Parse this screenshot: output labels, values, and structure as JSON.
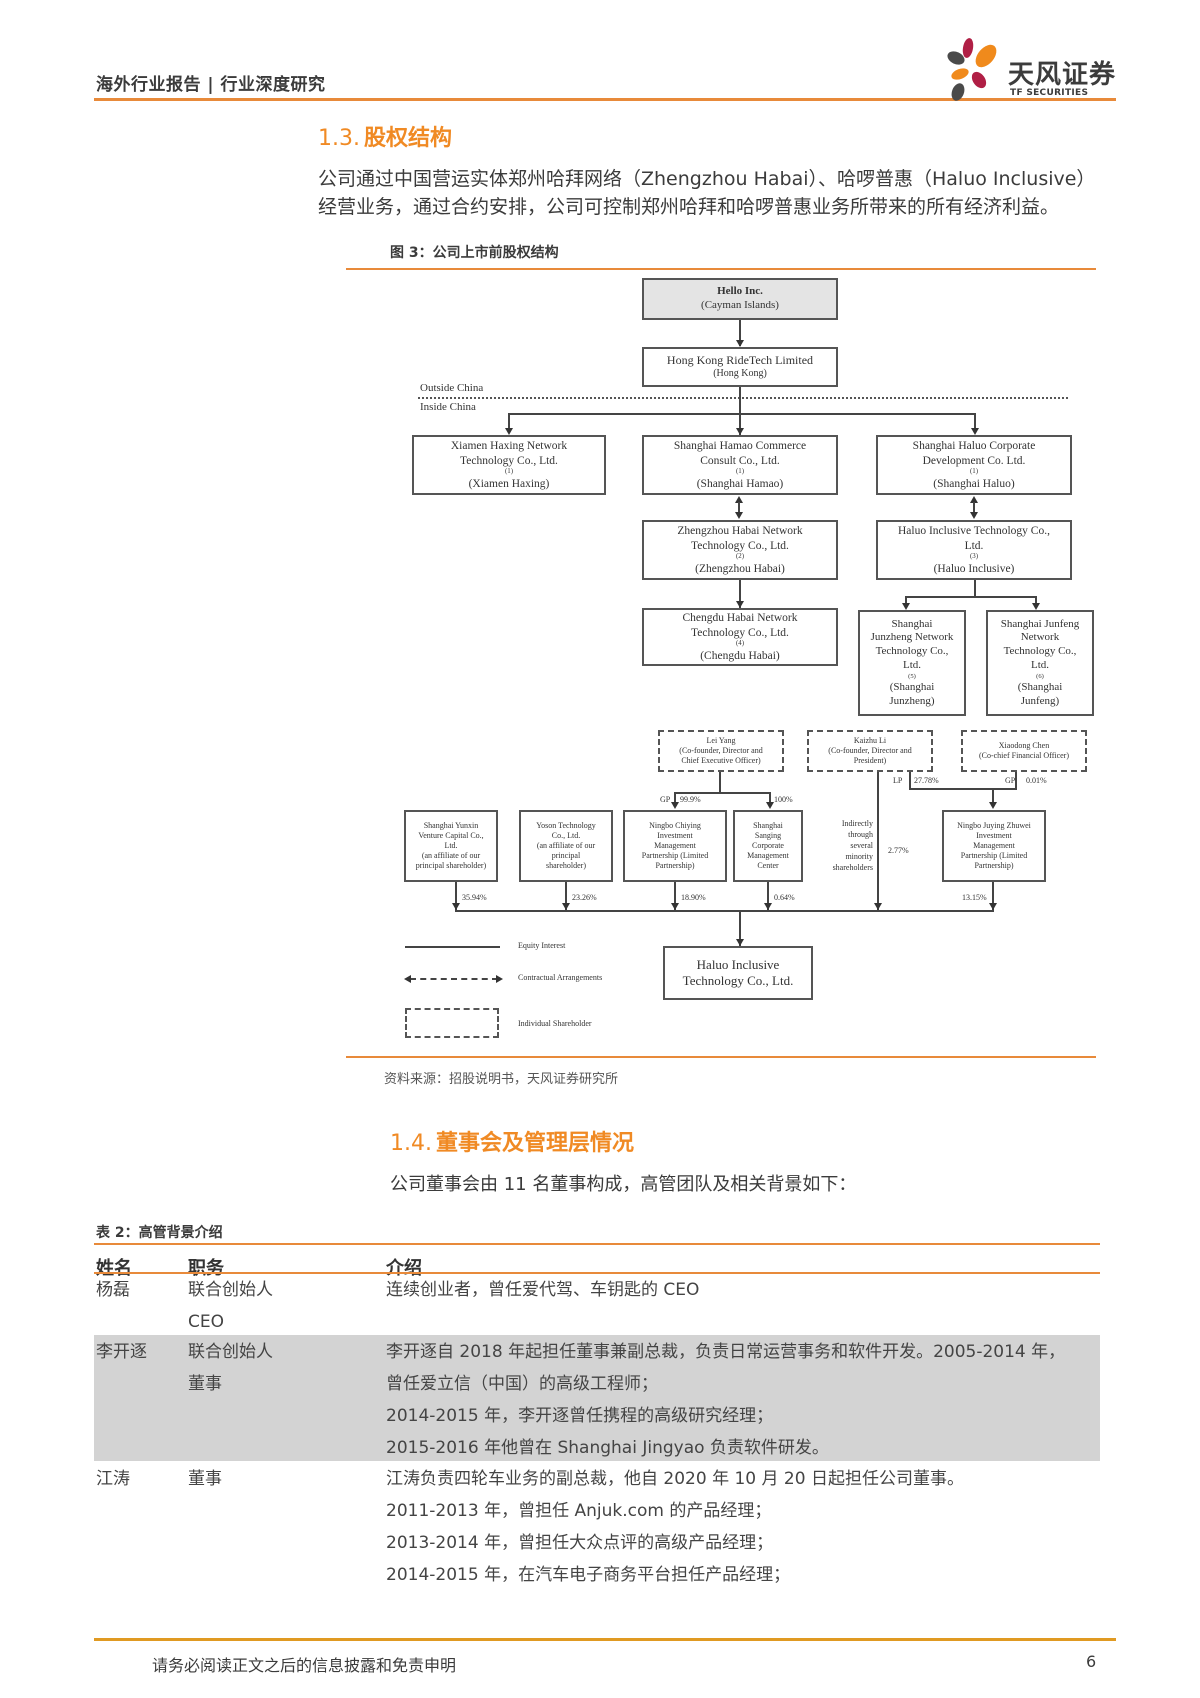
{
  "header": {
    "title": "海外行业报告 | 行业深度研究",
    "logo_cn": "天风证券",
    "logo_en": "TF SECURITIES",
    "accent_color": "#e88a3a"
  },
  "section_1_3": {
    "number": "1.3.",
    "title": "股权结构",
    "paragraph_line1": "公司通过中国营运实体郑州哈拜网络（Zhengzhou Habai）、哈啰普惠（Haluo Inclusive）",
    "paragraph_line2": "经营业务，通过合约安排，公司可控制郑州哈拜和哈啰普惠业务所带来的所有经济利益。"
  },
  "figure": {
    "caption": "图 3：公司上市前股权结构",
    "source": "资料来源：招股说明书，天风证券研究所",
    "outside_label": "Outside China",
    "inside_label": "Inside China",
    "nodes": {
      "hello": {
        "line1": "Hello Inc.",
        "line2": "(Cayman Islands)"
      },
      "hk": {
        "line1": "Hong Kong RideTech Limited",
        "line2": "(Hong Kong)"
      },
      "xiamen": {
        "line1": "Xiamen Haxing Network",
        "line2": "Technology Co., Ltd.",
        "sup": "(1)",
        "line3": "(Xiamen Haxing)"
      },
      "hamao": {
        "line1": "Shanghai Hamao Commerce",
        "line2": "Consult Co., Ltd.",
        "sup": "(1)",
        "line3": "(Shanghai Hamao)"
      },
      "haluo_corp": {
        "line1": "Shanghai Haluo Corporate",
        "line2": "Development Co. Ltd.",
        "sup": "(1)",
        "line3": "(Shanghai Haluo)"
      },
      "zhengzhou": {
        "line1": "Zhengzhou Habai Network",
        "line2": "Technology Co., Ltd.",
        "sup": "(2)",
        "line3": "(Zhengzhou Habai)"
      },
      "haluo_incl": {
        "line1": "Haluo Inclusive Technology Co.,",
        "line2": "Ltd.",
        "sup": "(3)",
        "line3": "(Haluo Inclusive)"
      },
      "chengdu": {
        "line1": "Chengdu Habai Network",
        "line2": "Technology Co., Ltd.",
        "sup": "(4)",
        "line3": "(Chengdu Habai)"
      },
      "junzheng": {
        "line1": "Shanghai",
        "line2": "Junzheng Network",
        "line3": "Technology Co.,",
        "line4": "Ltd.",
        "sup": "(5)",
        "line5": "(Shanghai",
        "line6": "Junzheng)"
      },
      "junfeng": {
        "line1": "Shanghai Junfeng",
        "line2": "Network",
        "line3": "Technology Co.,",
        "line4": "Ltd.",
        "sup": "(6)",
        "line5": "(Shanghai",
        "line6": "Junfeng)"
      },
      "lei_yang": {
        "line1": "Lei Yang",
        "line2": "(Co-founder, Director and",
        "line3": "Chief Executive Officer)"
      },
      "kaizhu_li": {
        "line1": "Kaizhu Li",
        "line2": "(Co-founder, Director and",
        "line3": "President)"
      },
      "xiaodong_chen": {
        "line1": "Xiaodong Chen",
        "line2": "(Co-chief Financial Officer)"
      },
      "yunxin": {
        "line1": "Shanghai Yunxin",
        "line2": "Venture Capital Co.,",
        "line3": "Ltd.",
        "line4": "(an affiliate of our",
        "line5": "principal shareholder)"
      },
      "yoson": {
        "line1": "Yoson Technology",
        "line2": "Co., Ltd.",
        "line3": "(an affiliate of our",
        "line4": "principal",
        "line5": "shareholder)"
      },
      "chiying": {
        "line1": "Ningbo Chiying",
        "line2": "Investment",
        "line3": "Management",
        "line4": "Partnership (Limited",
        "line5": "Partnership)"
      },
      "sanging": {
        "line1": "Shanghai",
        "line2": "Sanging",
        "line3": "Corporate",
        "line4": "Management",
        "line5": "Center"
      },
      "indirect": {
        "line1": "Indirectly",
        "line2": "through",
        "line3": "several",
        "line4": "minority",
        "line5": "shareholders"
      },
      "zhuwei": {
        "line1": "Ningbo Juying Zhuwei",
        "line2": "Investment",
        "line3": "Management",
        "line4": "Partnership (Limited",
        "line5": "Partnership)"
      },
      "target": {
        "line1": "Haluo Inclusive",
        "line2": "Technology Co., Ltd."
      }
    },
    "labels": {
      "gp_lei": "GP",
      "pct_lei_chiying": "99.9%",
      "pct_lei_sanging": "100%",
      "lp_kaizhu": "LP",
      "pct_kaizhu_zhuwei": "27.78%",
      "gp_chen": "GP",
      "pct_chen_zhuwei": "0.01%",
      "pct_yunxin": "35.94%",
      "pct_yoson": "23.26%",
      "pct_chiying": "18.90%",
      "pct_sanging": "0.64%",
      "pct_indirect": "2.77%",
      "pct_zhuwei": "13.15%"
    },
    "legend": {
      "equity": "Equity Interest",
      "contractual": "Contractual Arrangements",
      "individual": "Individual Shareholder"
    }
  },
  "section_1_4": {
    "number": "1.4.",
    "title": "董事会及管理层情况",
    "paragraph": "公司董事会由 11 名董事构成，高管团队及相关背景如下："
  },
  "table": {
    "caption": "表 2：高管背景介绍",
    "headers": [
      "姓名",
      "职务",
      "介绍"
    ],
    "rows": [
      {
        "name": "杨磊",
        "roles": [
          "联合创始人",
          "CEO"
        ],
        "intro": [
          "连续创业者，曾任爱代驾、车钥匙的 CEO"
        ]
      },
      {
        "name": "李开逐",
        "roles": [
          "联合创始人",
          "董事"
        ],
        "intro": [
          "李开逐自 2018 年起担任董事兼副总裁，负责日常运营事务和软件开发。2005-2014 年，",
          "曾任爱立信（中国）的高级工程师；",
          "2014-2015 年，李开逐曾任携程的高级研究经理；",
          "2015-2016 年他曾在 Shanghai Jingyao 负责软件研发。"
        ]
      },
      {
        "name": "江涛",
        "roles": [
          "董事"
        ],
        "intro": [
          "江涛负责四轮车业务的副总裁，他自 2020 年 10 月 20 日起担任公司董事。",
          "2011-2013 年，曾担任 Anjuk.com 的产品经理；",
          "2013-2014 年，曾担任大众点评的高级产品经理；",
          "2014-2015 年，在汽车电子商务平台担任产品经理；"
        ]
      }
    ]
  },
  "footer": {
    "disclaimer": "请务必阅读正文之后的信息披露和免责申明",
    "page": "6"
  }
}
